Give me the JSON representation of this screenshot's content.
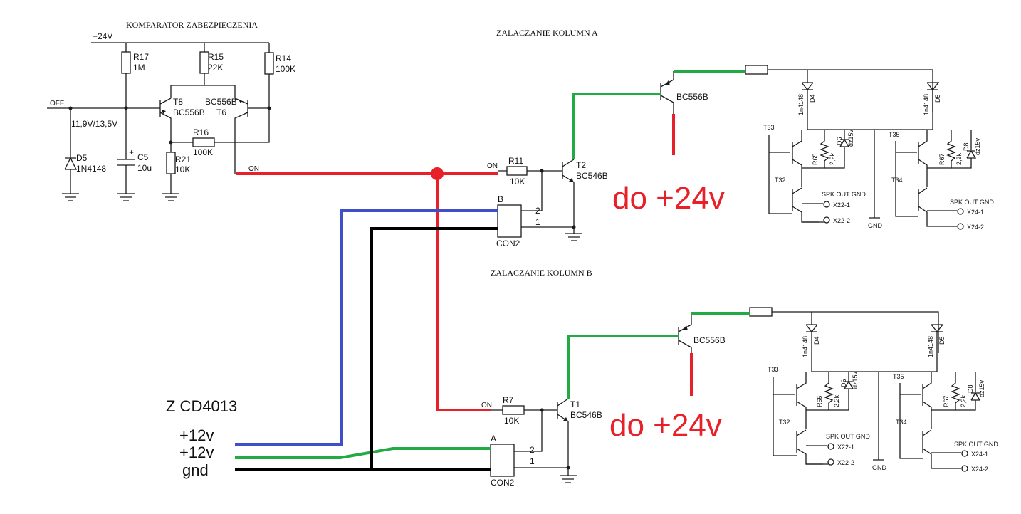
{
  "titles": {
    "comparator": "KOMPARATOR ZABEZPIECZENIA",
    "group_a": "ZALACZANIE KOLUMN A",
    "group_b": "ZALACZANIE KOLUMN B"
  },
  "comparator": {
    "supply": "+24V",
    "off": "OFF",
    "on": "ON",
    "threshold": "11,9V/13,5V",
    "r17": "R17",
    "r17_val": "1M",
    "r15": "R15",
    "r15_val": "22K",
    "r14": "R14",
    "r14_val": "100K",
    "t8": "T8",
    "t8_type": "BC556B",
    "t6": "T6",
    "t6_type": "BC556B",
    "r16": "R16",
    "r16_val": "100K",
    "r21": "R21",
    "r21_val": "10K",
    "c5": "C5",
    "c5_val": "10u",
    "c5_plus": "+",
    "d5": "D5",
    "d5_val": "1N4148"
  },
  "group_a": {
    "on": "ON",
    "r": "R11",
    "r_val": "10K",
    "t_lo": "T2",
    "t_lo_type": "BC546B",
    "t_hi_type": "BC556B",
    "con_letter": "B",
    "con": "CON2",
    "pin2": "2",
    "pin1": "1",
    "note": "do +24v"
  },
  "group_b": {
    "on": "ON",
    "r": "R7",
    "r_val": "10K",
    "t_lo": "T1",
    "t_lo_type": "BC546B",
    "t_hi_type": "BC556B",
    "con_letter": "A",
    "con": "CON2",
    "pin2": "2",
    "pin1": "1",
    "note": "do +24v"
  },
  "output_stage": {
    "d4": "D4",
    "d4_type": "1n4148",
    "d5": "D5",
    "d5_type": "1n4148",
    "t33": "T33",
    "t32": "T32",
    "t35": "T35",
    "t34": "T34",
    "r65": "R65",
    "r65_val": "2,2k",
    "r67": "R67",
    "r67_val": "2,2k",
    "d6": "D6",
    "d6_type": "dz15v",
    "d8": "D8",
    "d8_type": "dz15v",
    "spk": "SPK OUT GND",
    "x22_1": "X22-1",
    "x22_2": "X22-2",
    "x24_1": "X24-1",
    "x24_2": "X24-2",
    "gnd": "GND"
  },
  "source": {
    "title": "Z CD4013",
    "line1": "+12v",
    "line2": "+12v",
    "line3": "gnd"
  },
  "colors": {
    "red": "#e8202a",
    "green": "#22aa44",
    "blue": "#3f4fc8",
    "black": "#000000"
  }
}
